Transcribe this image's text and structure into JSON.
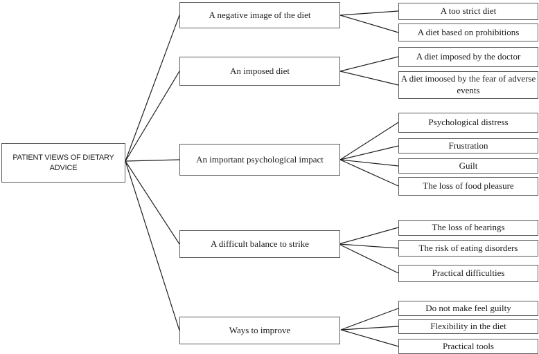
{
  "colors": {
    "background": "#ffffff",
    "box_border": "#595959",
    "connector_line": "#1f1f1f",
    "text": "#1a1a1a"
  },
  "diagram": {
    "type": "tree-diagram",
    "root": {
      "label": "PATIENT VIEWS OF DIETARY ADVICE"
    },
    "branches": [
      {
        "label": "A negative image of the diet",
        "children": [
          "A too strict diet",
          "A diet based on prohibitions"
        ]
      },
      {
        "label": "An imposed diet",
        "children": [
          "A diet imposed by the doctor",
          "A diet imoosed by the fear of adverse events"
        ]
      },
      {
        "label": "An important psychological impact",
        "children": [
          "Psychological distress",
          "Frustration",
          "Guilt",
          "The loss of food pleasure"
        ]
      },
      {
        "label": "A difficult balance to strike",
        "children": [
          "The loss of bearings",
          "The risk of eating disorders",
          "Practical difficulties"
        ]
      },
      {
        "label": "Ways to improve",
        "children": [
          "Do not make feel guilty",
          "Flexibility in the diet",
          "Practical tools"
        ]
      }
    ]
  }
}
